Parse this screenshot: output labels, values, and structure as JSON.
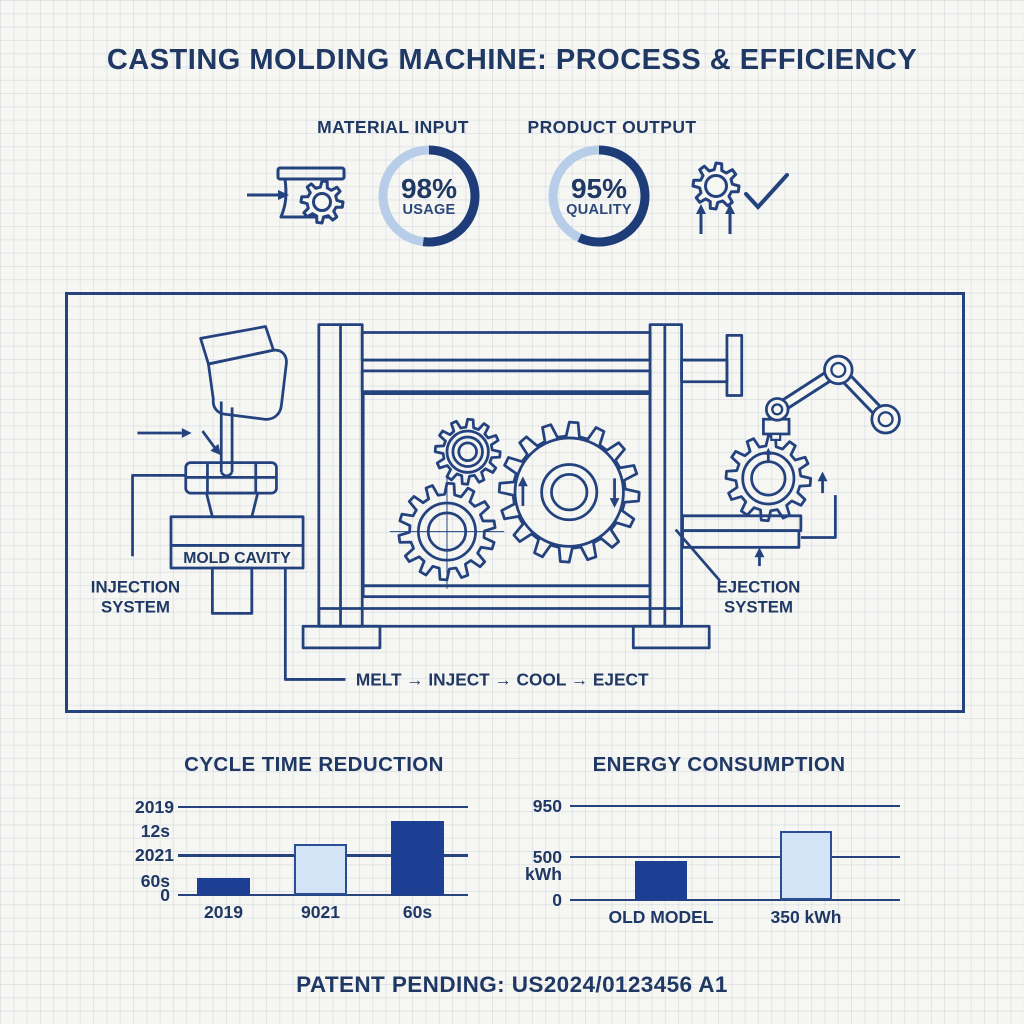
{
  "title": "CASTING MOLDING MACHINE: PROCESS & EFFICIENCY",
  "header": {
    "material_input": {
      "label": "MATERIAL INPUT",
      "value": "98%",
      "metric": "USAGE",
      "percent": 98,
      "arc_pct": 52
    },
    "product_output": {
      "label": "PRODUCT OUTPUT",
      "value": "95%",
      "metric": "QUALITY",
      "percent": 95,
      "arc_pct": 57
    },
    "input_icon": "arrow-hopper-gear-icon",
    "output_icon": "gear-up-arrows-check-icon"
  },
  "machine": {
    "labels": {
      "mold_cavity": "MOLD CAVITY",
      "injection_line1": "INJECTION",
      "injection_line2": "SYSTEM",
      "ejection_line1": "EJECTION",
      "ejection_line2": "SYSTEM",
      "process_flow": "MELT → INJECT → COOL → EJECT"
    }
  },
  "chart_data": [
    {
      "type": "bar",
      "title": "CYCLE TIME REDUCTION",
      "categories": [
        "2019",
        "9021",
        "60s"
      ],
      "height_frac": [
        0.19,
        0.58,
        0.84
      ],
      "bar_styles": [
        "dark",
        "light",
        "dark"
      ],
      "ylim": [
        0,
        1
      ],
      "y_ticks": [
        {
          "label": "2019",
          "frac": 1.0,
          "gridline": true
        },
        {
          "label": "12s",
          "frac": 0.73,
          "gridline": false
        },
        {
          "label": "2021",
          "frac": 0.45,
          "gridline": true
        },
        {
          "label": "60s",
          "frac": 0.16,
          "gridline": false
        },
        {
          "label": "0",
          "frac": 0.0,
          "gridline": true
        }
      ]
    },
    {
      "type": "bar",
      "title": "ENERGY CONSUMPTION",
      "categories": [
        "OLD MODEL",
        "350 kWh"
      ],
      "height_frac": [
        0.39,
        0.69
      ],
      "bar_styles": [
        "dark",
        "light"
      ],
      "ylim": [
        0,
        1
      ],
      "y_ticks": [
        {
          "label": "950",
          "frac": 0.94,
          "gridline": true
        },
        {
          "label": "500",
          "frac": 0.43,
          "gridline": true
        },
        {
          "label": "kWh",
          "frac": 0.26,
          "gridline": false
        },
        {
          "label": "0",
          "frac": 0.0,
          "gridline": true
        }
      ]
    }
  ],
  "footer": {
    "patent": "PATENT PENDING: US2024/0123456 A1"
  },
  "colors": {
    "navy_text": "#1f3864",
    "line": "#24437e",
    "bar_dark": "#1c3f94",
    "bar_light_fill": "#d4e4f7",
    "bar_light_border": "#2b4d94",
    "ring_dark": "#1e3d78",
    "ring_light": "#b8cde8"
  }
}
